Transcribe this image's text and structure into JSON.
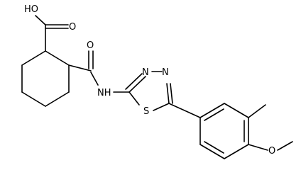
{
  "structure": {
    "atom_labels": {
      "carboxyl_hydroxyl": "HO",
      "carboxyl_oxygen": "O",
      "amide_oxygen": "O",
      "amide_nitrogen": "NH",
      "thiadiazole_n3": "N",
      "thiadiazole_n4": "N",
      "thiadiazole_sulfur": "S",
      "methoxy_oxygen": "O"
    }
  }
}
